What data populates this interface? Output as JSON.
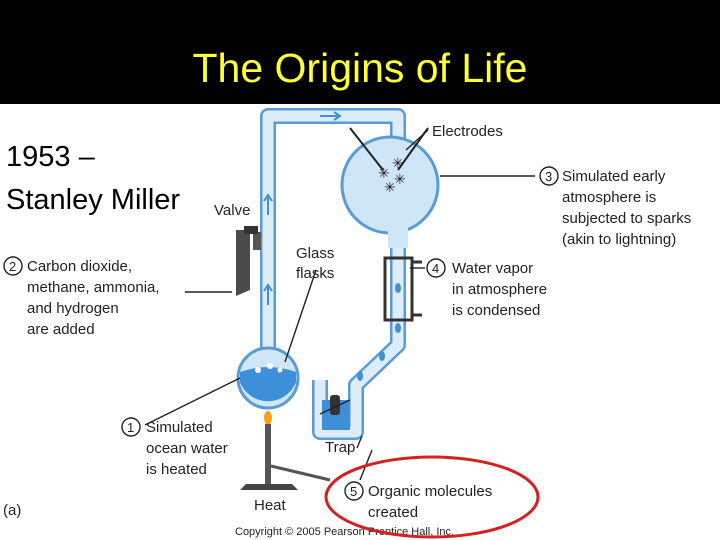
{
  "slide": {
    "title": "The Origins of Life",
    "subtitle_line1": "1953 –",
    "subtitle_line2": "Stanley Miller"
  },
  "diagram": {
    "panel_label": "(a)",
    "valve": "Valve",
    "electrodes": "Electrodes",
    "glass_flasks": [
      "Glass",
      "flasks"
    ],
    "trap": "Trap",
    "heat": "Heat",
    "copyright": "Copyright © 2005 Pearson Prentice Hall, Inc.",
    "steps": [
      {
        "num": "1",
        "lines": [
          "Simulated",
          "ocean water",
          "is heated"
        ]
      },
      {
        "num": "2",
        "lines": [
          "Carbon dioxide,",
          "methane, ammonia,",
          "and hydrogen",
          "are added"
        ]
      },
      {
        "num": "3",
        "lines": [
          "Simulated early",
          "atmosphere is",
          "subjected to sparks",
          "(akin to lightning)"
        ]
      },
      {
        "num": "4",
        "lines": [
          "Water vapor",
          "in atmosphere",
          "is condensed"
        ]
      },
      {
        "num": "5",
        "lines": [
          "Organic molecules",
          "created"
        ]
      }
    ]
  },
  "colors": {
    "header_bg": "#000000",
    "title_text": "#ffff33",
    "glass": "#cfe6f7",
    "water": "#3d8fd9",
    "highlight": "#d42020"
  }
}
